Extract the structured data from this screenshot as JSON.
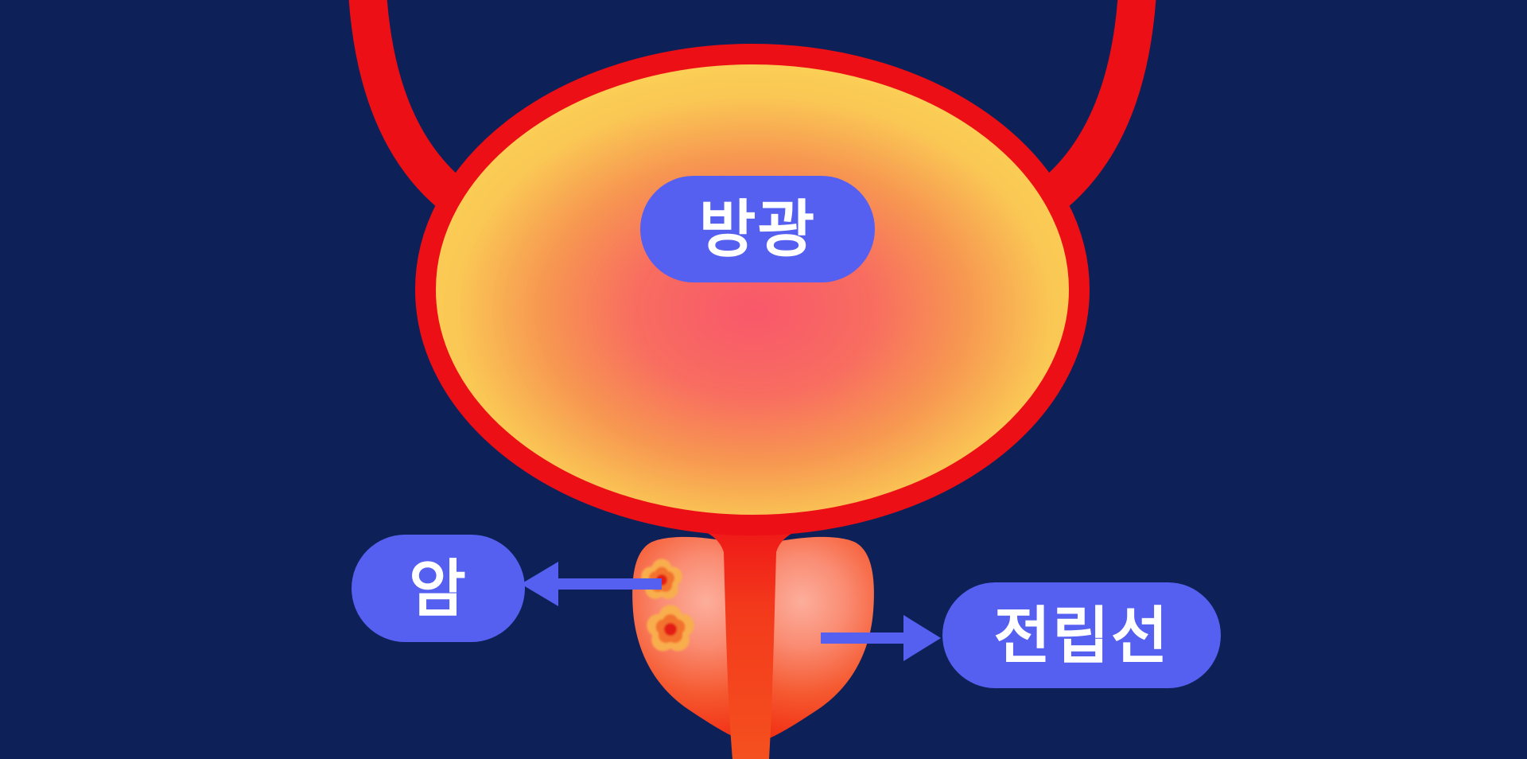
{
  "illustration": {
    "subject": "bladder-prostate-cancer-diagram",
    "labels": {
      "bladder": "방광",
      "cancer": "암",
      "prostate": "전립선"
    },
    "colors": {
      "background": "#0D2158",
      "label_pill_blue": "#5560F0",
      "label_text_white": "#FFFFFF",
      "outline_red": "#ED0F16",
      "urethra_orange_red": "#F5501F",
      "bladder_center_pink": "#F9586B",
      "bladder_mid_orange": "#F79751",
      "bladder_edge_yellow": "#FBCF55",
      "prostate_edge_red": "#F23216",
      "prostate_highlight_pink": "#FCAE9C",
      "tumor_outer_yellow": "#F9AE4E",
      "tumor_mid_orange": "#F3722F",
      "tumor_center_red": "#E41F14"
    }
  }
}
